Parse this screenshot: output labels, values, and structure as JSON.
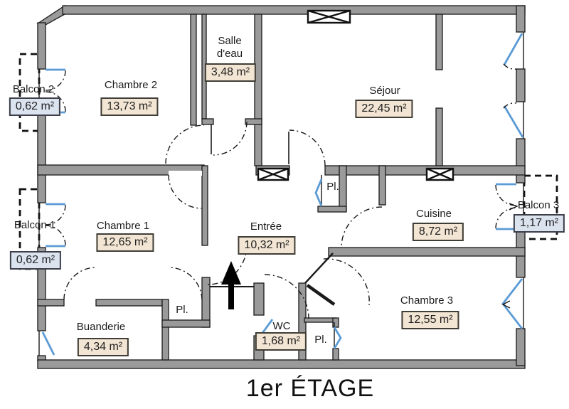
{
  "title": "1er ÉTAGE",
  "palette": {
    "wall": "#9a9a9a",
    "outline": "#1a1a1a",
    "window_blue": "#5b9bd5",
    "room_badge_bg": "#f3e5d3",
    "balcony_badge_bg": "#dbe3ef"
  },
  "rooms": [
    {
      "id": "chambre-2",
      "name": "Chambre 2",
      "area": "13,73 m²"
    },
    {
      "id": "salle-deau",
      "name": "Salle d'eau",
      "area": "3,48 m²"
    },
    {
      "id": "sejour",
      "name": "Séjour",
      "area": "22,45 m²"
    },
    {
      "id": "chambre-1",
      "name": "Chambre 1",
      "area": "12,65 m²"
    },
    {
      "id": "entree",
      "name": "Entrée",
      "area": "10,32 m²"
    },
    {
      "id": "cuisine",
      "name": "Cuisine",
      "area": "8,72 m²"
    },
    {
      "id": "chambre-3",
      "name": "Chambre 3",
      "area": "12,55 m²"
    },
    {
      "id": "buanderie",
      "name": "Buanderie",
      "area": "4,34 m²"
    },
    {
      "id": "wc",
      "name": "WC",
      "area": "1,68 m²"
    }
  ],
  "balconies": [
    {
      "id": "balcon-2",
      "name": "Balcon 2",
      "area": "0,62 m²"
    },
    {
      "id": "balcon-1",
      "name": "Balcon 1",
      "area": "0,62 m²"
    },
    {
      "id": "balcon-3",
      "name": "Balcon 3",
      "area": "1,17 m²"
    }
  ],
  "closets": {
    "label": "Pl."
  }
}
